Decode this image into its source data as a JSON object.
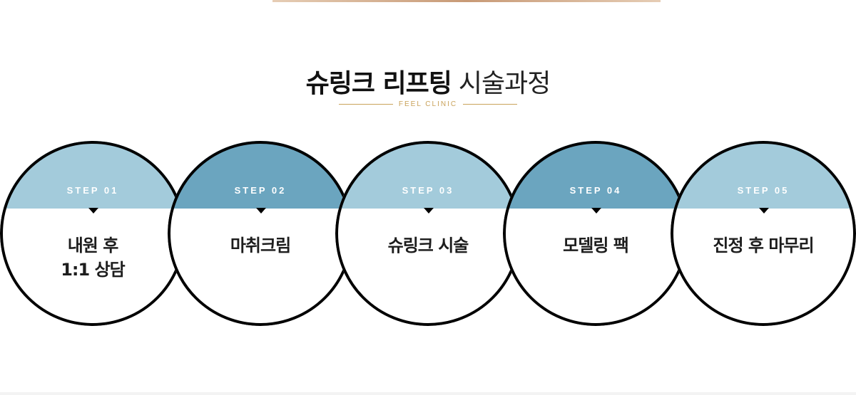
{
  "header": {
    "title_bold": "슈링크 리프팅",
    "title_light": "시술과정",
    "subtitle": "FEEL CLINIC"
  },
  "colors": {
    "light_blue": "#a3cbdb",
    "dark_blue": "#6ba5bf",
    "gold": "#c9a25a"
  },
  "steps": [
    {
      "label": "STEP 01",
      "name": "내원 후\n1:1 상담"
    },
    {
      "label": "STEP 02",
      "name": "마취크림"
    },
    {
      "label": "STEP 03",
      "name": "슈링크 시술"
    },
    {
      "label": "STEP 04",
      "name": "모델링 팩"
    },
    {
      "label": "STEP 05",
      "name": "진정 후 마무리"
    }
  ]
}
